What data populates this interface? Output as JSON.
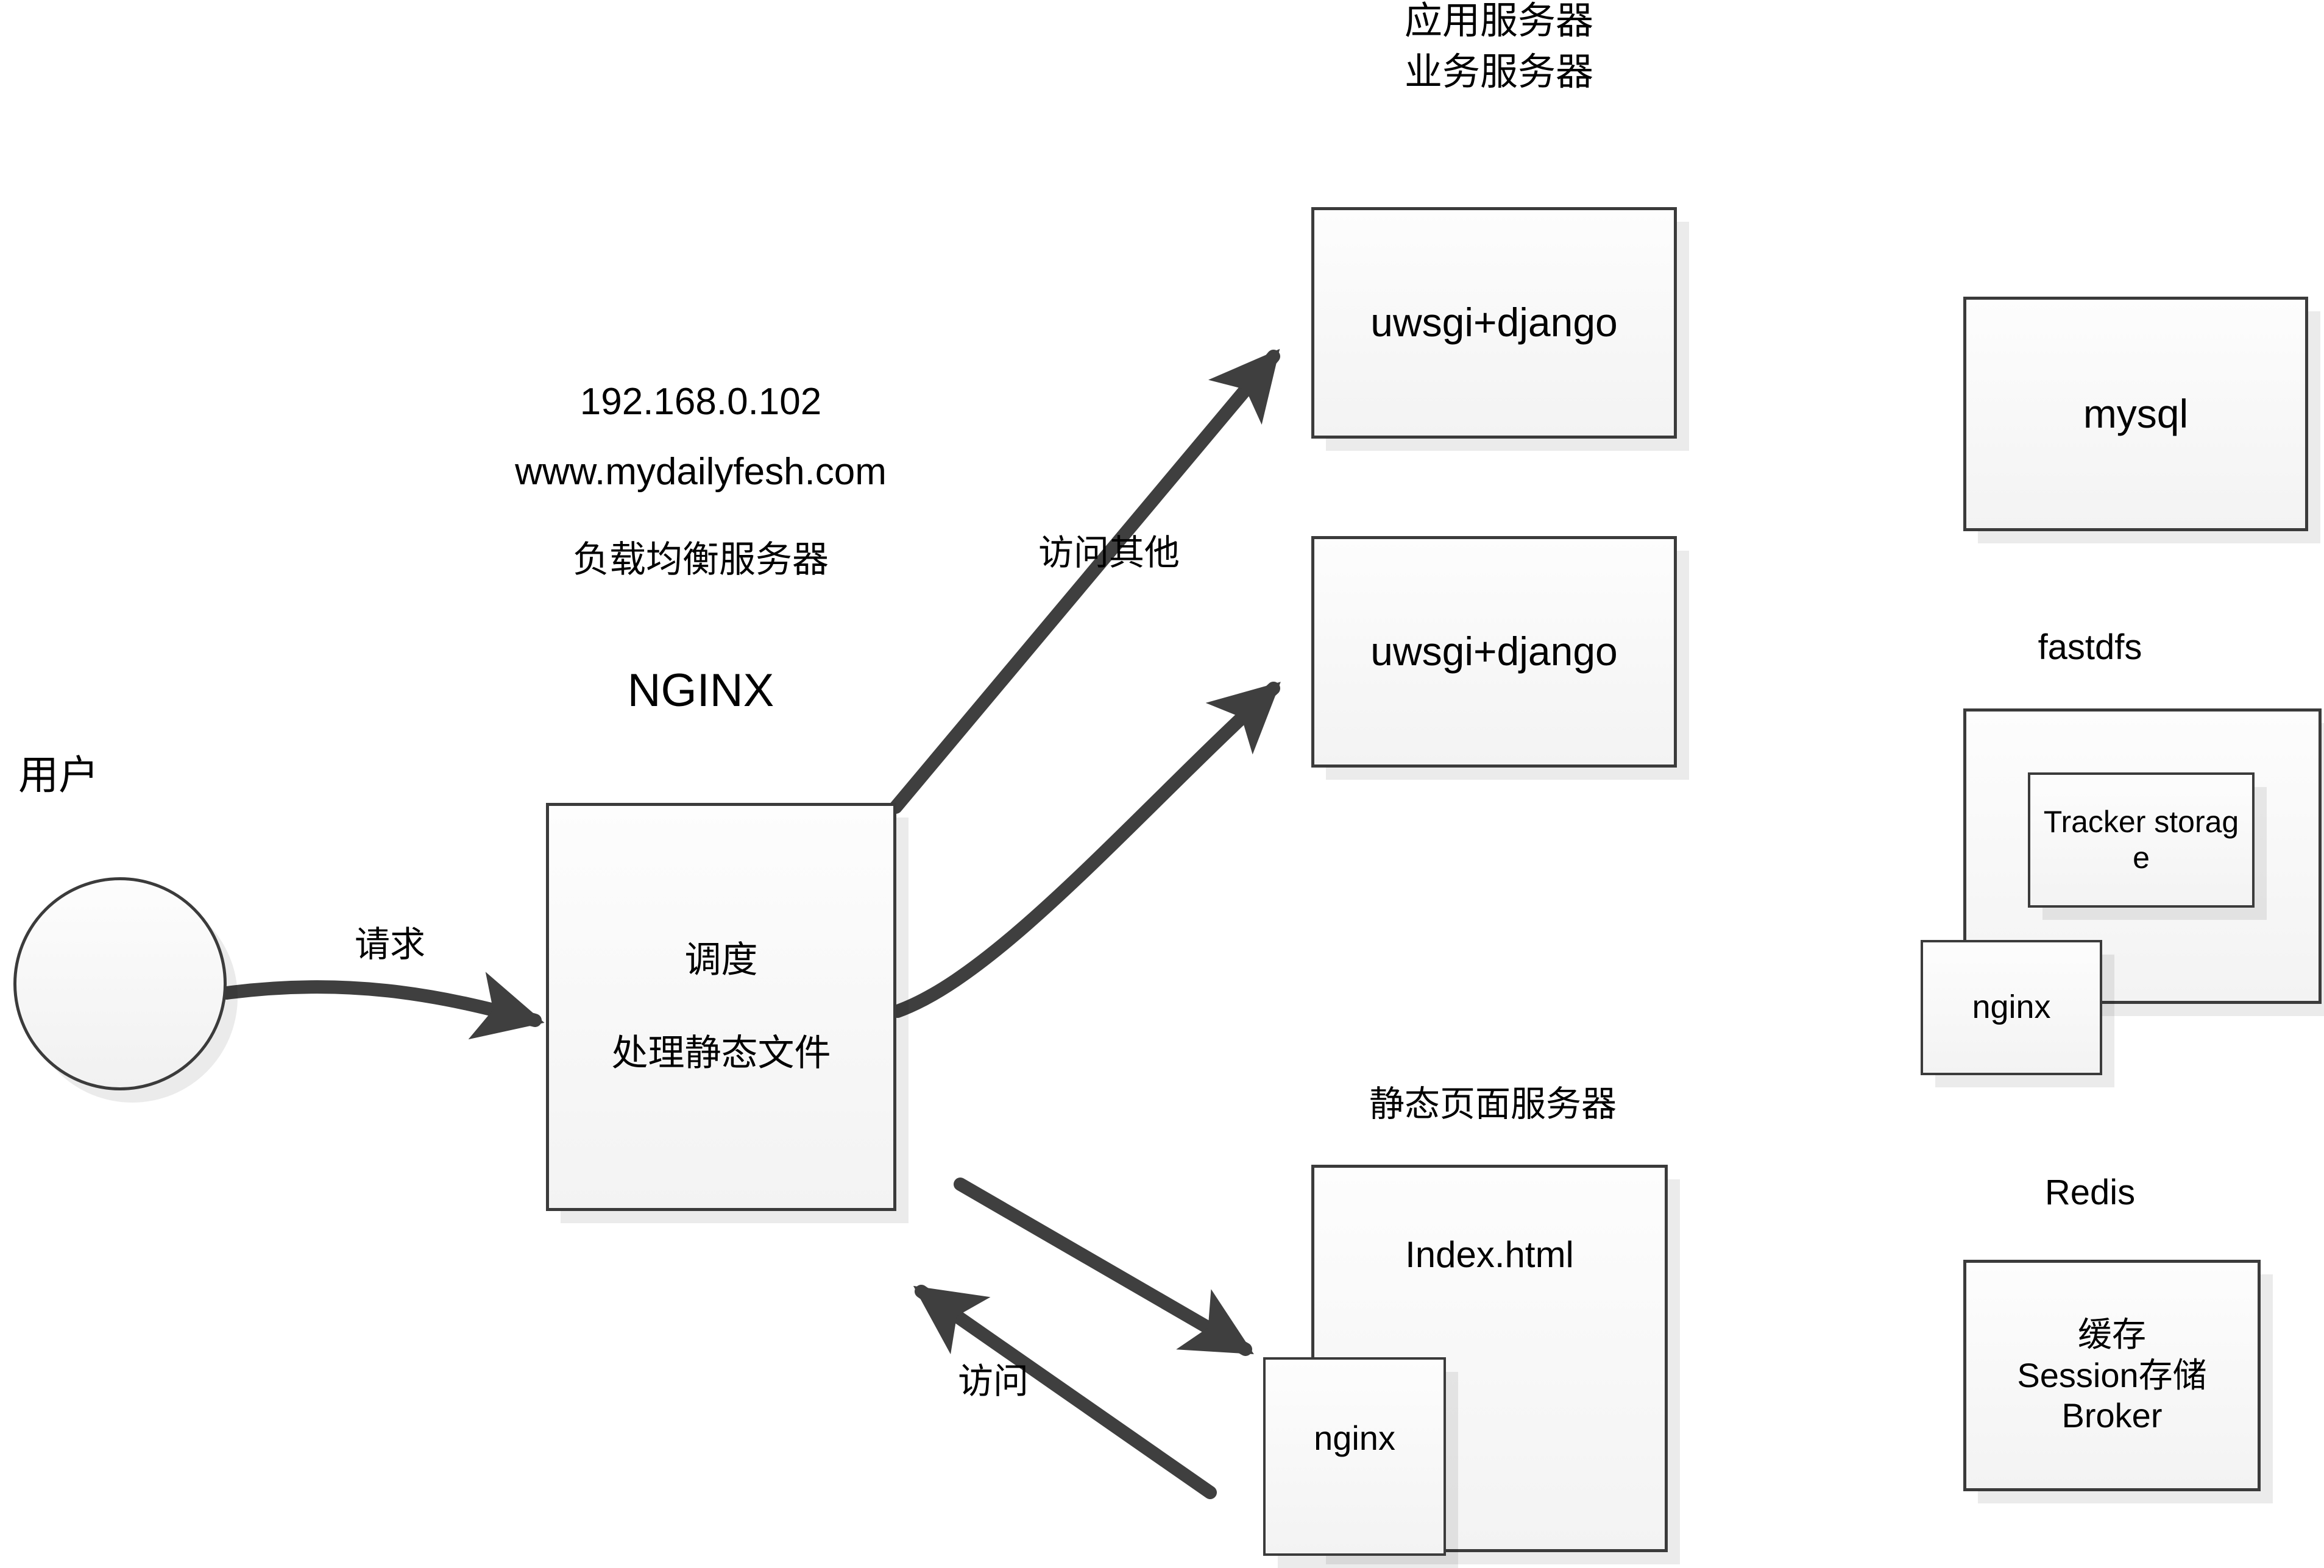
{
  "diagram": {
    "title": "daily-fresh deployment architecture",
    "colors": {
      "stroke": "#3b3b3b",
      "fill_top": "#fdfdfd",
      "fill_bottom": "#f3f3f3",
      "shadow": "rgba(0,0,0,0.08)",
      "text": "#000000"
    }
  },
  "labels": {
    "app_server_line1": "应用服务器",
    "app_server_line2": "业务服务器",
    "user": "用户",
    "ip": "192.168.0.102",
    "domain": "www.mydailyfesh.com",
    "load_balancer": "负载均衡服务器",
    "nginx_title": "NGINX",
    "fastdfs": "fastdfs",
    "redis": "Redis",
    "static_page_server": "静态页面服务器"
  },
  "edges": [
    {
      "id": "request",
      "label": "请求",
      "from": "user",
      "to": "nginx"
    },
    {
      "id": "visit-other",
      "label": "访问其他",
      "from": "nginx",
      "to": "django-1"
    },
    {
      "id": "to-django-2",
      "label": "",
      "from": "nginx",
      "to": "django-2"
    },
    {
      "id": "visit",
      "label": "访问",
      "from": "nginx",
      "to": "static-nginx",
      "bidirectional": true
    }
  ],
  "nodes": {
    "nginx_box": {
      "line1": "调度",
      "line2": "处理静态文件"
    },
    "django_1": "uwsgi+django",
    "django_2": "uwsgi+django",
    "mysql": "mysql",
    "tracker_storage": "Tracker storage",
    "fastdfs_nginx": "nginx",
    "index_html": "Index.html",
    "static_nginx": "nginx",
    "redis_box": {
      "line1": "缓存",
      "line2": "Session存储",
      "line3": "Broker"
    }
  }
}
